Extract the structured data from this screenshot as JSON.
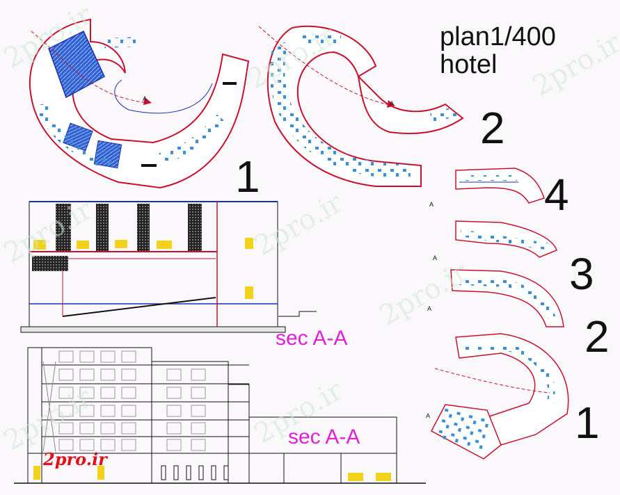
{
  "title": {
    "line1": "plan1/400",
    "line2": "hotel"
  },
  "plan_numbers": {
    "big_plan_1": "1",
    "big_plan_2": "2",
    "small_plan_4": "4",
    "small_plan_3": "3",
    "small_plan_2": "2",
    "small_plan_1": "1"
  },
  "section_labels": {
    "upper": "sec A-A",
    "lower": "sec A-A"
  },
  "section_cut_mark": "A",
  "logo": "2pro.ir",
  "watermark": "2pro.ir",
  "colors": {
    "wall_red": "#c8102e",
    "dark_blue": "#1a2fb0",
    "furniture_blue": "#3a6fd0",
    "magenta": "#e21fd6",
    "yellow": "#f2d21b",
    "black": "#111111"
  }
}
